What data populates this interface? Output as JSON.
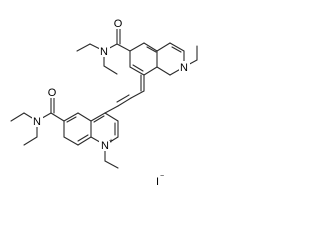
{
  "molecule": {
    "atoms": {
      "o_top": "O",
      "n_amide_top": "N",
      "n_ring_top": "N",
      "o_bottom": "O",
      "n_amide_bottom": "N",
      "n_ring_bottom": "N",
      "iodide": "I"
    },
    "charges": {
      "n_ring_bottom": "+",
      "iodide": "−"
    }
  }
}
